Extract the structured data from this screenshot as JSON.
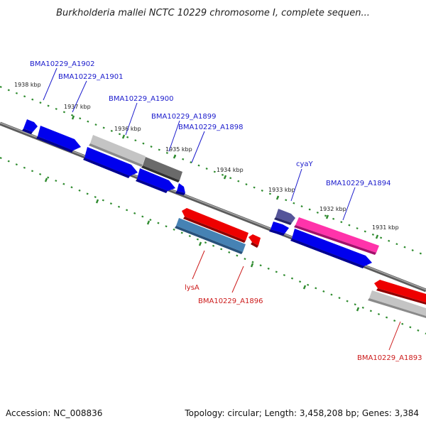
{
  "title": "Burkholderia mallei NCTC 10229 chromosome I, complete sequen...",
  "footer": {
    "accession": "Accession: NC_008836",
    "summary": "Topology: circular; Length: 3,458,208 bp; Genes: 3,384"
  },
  "colors": {
    "backbone": "#777777",
    "ticks": "#2e8b2e",
    "label_forward": "#1a1acc",
    "label_reverse": "#cc1a1a"
  },
  "tick_labels": [
    "1938 kbp",
    "1937 kbp",
    "1936 kbp",
    "1935 kbp",
    "1934 kbp",
    "1933 kbp",
    "1932 kbp",
    "1931 kbp"
  ],
  "gene_labels": [
    {
      "text": "BMA10229_A1902",
      "strand": "forward"
    },
    {
      "text": "BMA10229_A1901",
      "strand": "forward"
    },
    {
      "text": "BMA10229_A1900",
      "strand": "forward"
    },
    {
      "text": "BMA10229_A1899",
      "strand": "forward"
    },
    {
      "text": "BMA10229_A1898",
      "strand": "forward"
    },
    {
      "text": "cyaY",
      "strand": "forward"
    },
    {
      "text": "BMA10229_A1894",
      "strand": "forward"
    },
    {
      "text": "lysA",
      "strand": "reverse"
    },
    {
      "text": "BMA10229_A1896",
      "strand": "reverse"
    },
    {
      "text": "BMA10229_A1893",
      "strand": "reverse"
    }
  ]
}
